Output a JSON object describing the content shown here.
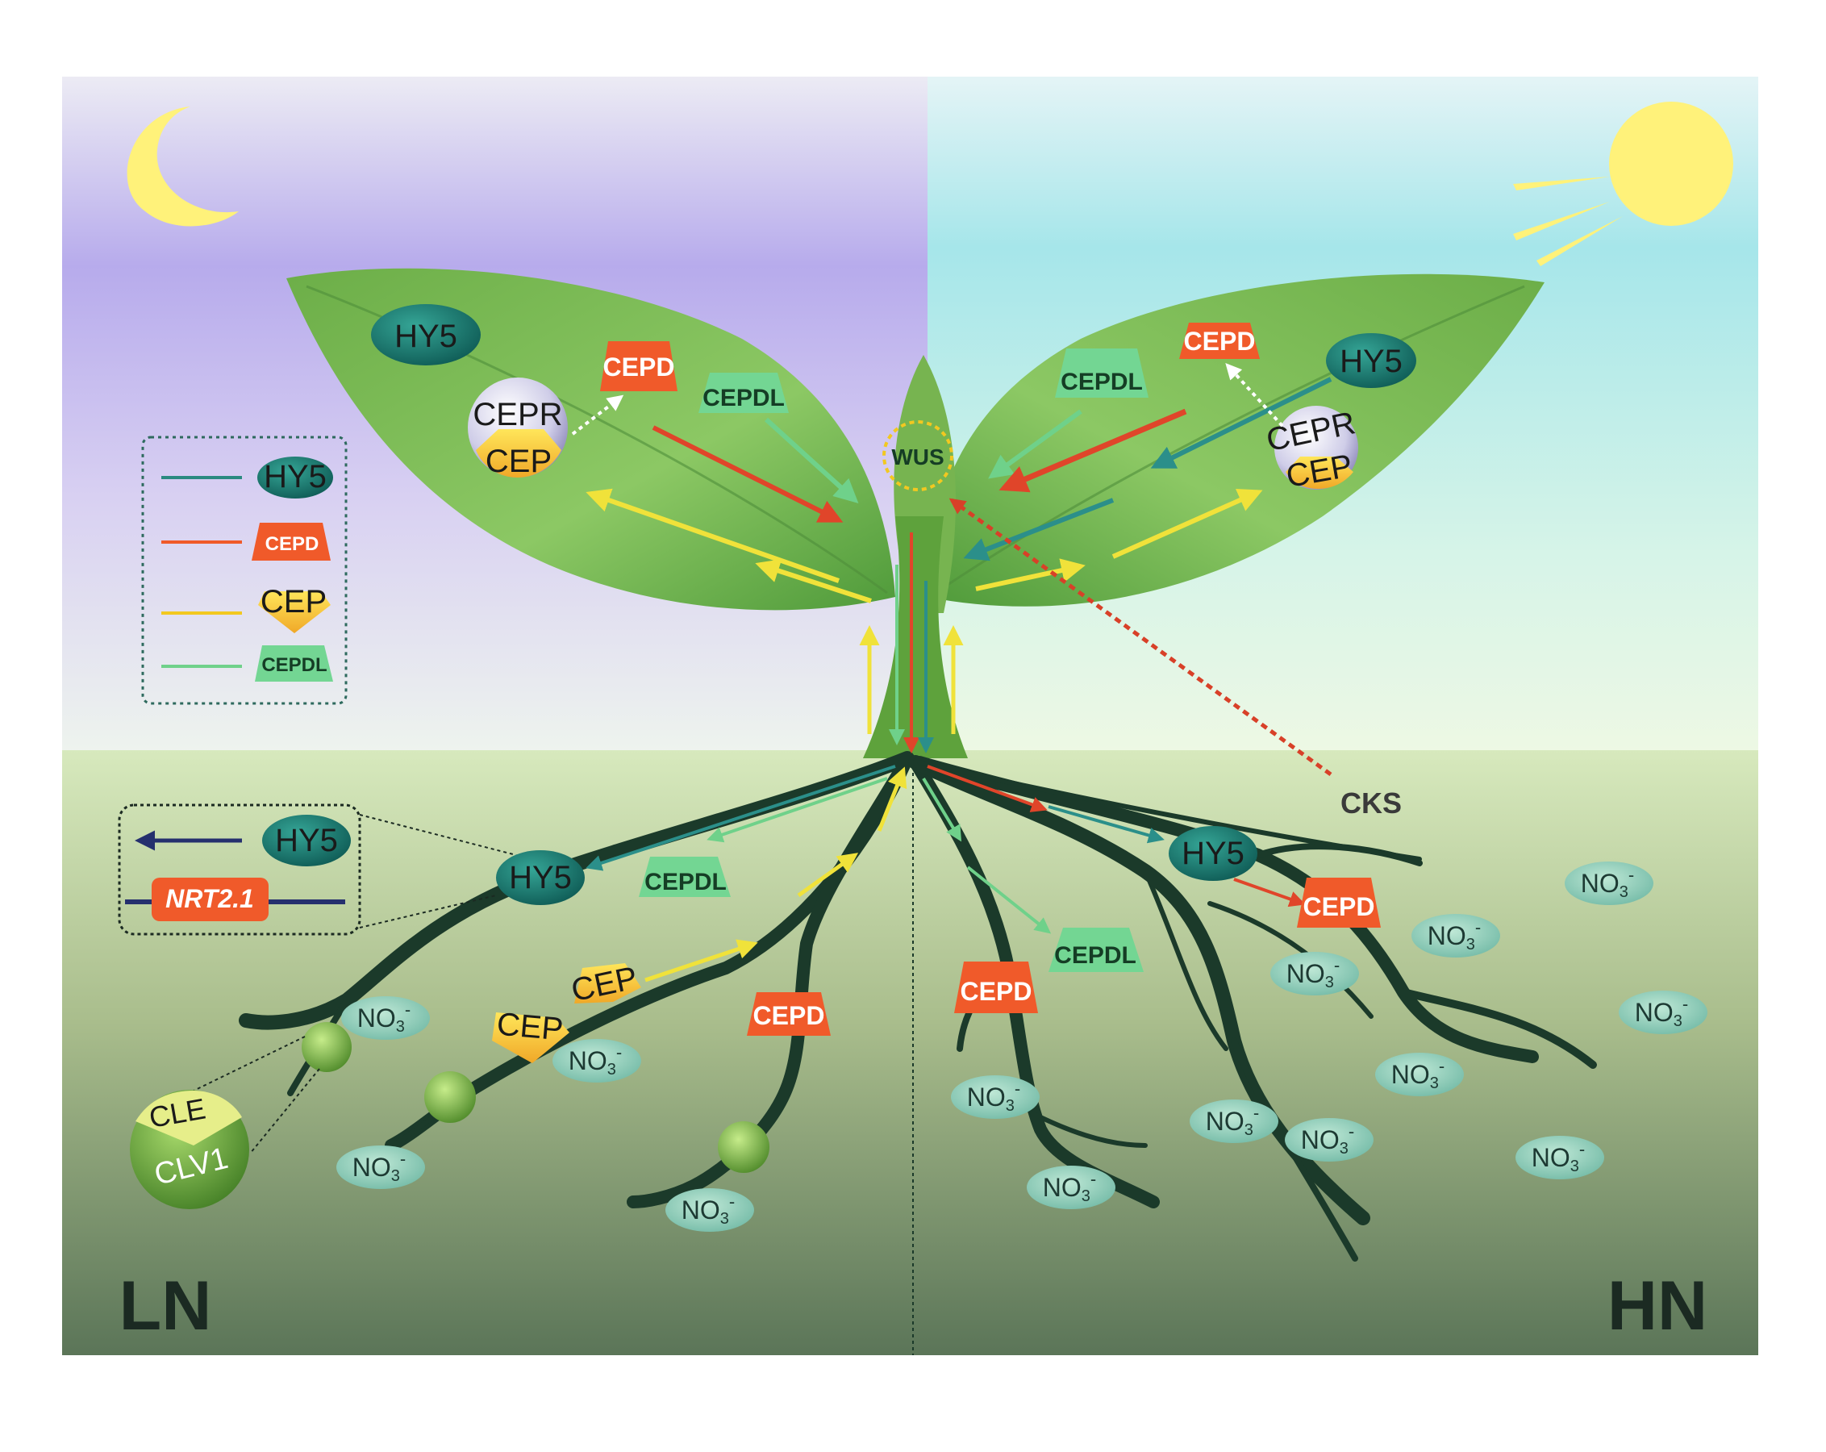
{
  "labels": {
    "hy5": "HY5",
    "cepd": "CEPD",
    "cepdl": "CEPDL",
    "cep": "CEP",
    "cepr": "CEPR",
    "wus": "WUS",
    "cks": "CKS",
    "nrt": "NRT2.1",
    "cle": "CLE",
    "clv1": "CLV1",
    "no3_base": "NO",
    "no3_sub": "3",
    "no3_sup": "-",
    "ln": "LN",
    "hn": "HN"
  },
  "legend": {
    "items": [
      {
        "name": "HY5",
        "color": "#2a8a80"
      },
      {
        "name": "CEPD",
        "color": "#f05a2a"
      },
      {
        "name": "CEP",
        "color": "#f2c820"
      },
      {
        "name": "CEPDL",
        "color": "#6fd18a"
      }
    ]
  },
  "colors": {
    "night_sky": "#b4a8ec",
    "day_sky": "#a6e6ea",
    "soil_top": "#d6e8bc",
    "soil_bottom": "#5e7a5a",
    "leaf": "#6ab04a",
    "root": "#1b3a2a",
    "moon": "#fff27a",
    "sun": "#fff27a"
  },
  "icons": [
    "moon-icon",
    "sun-icon"
  ]
}
